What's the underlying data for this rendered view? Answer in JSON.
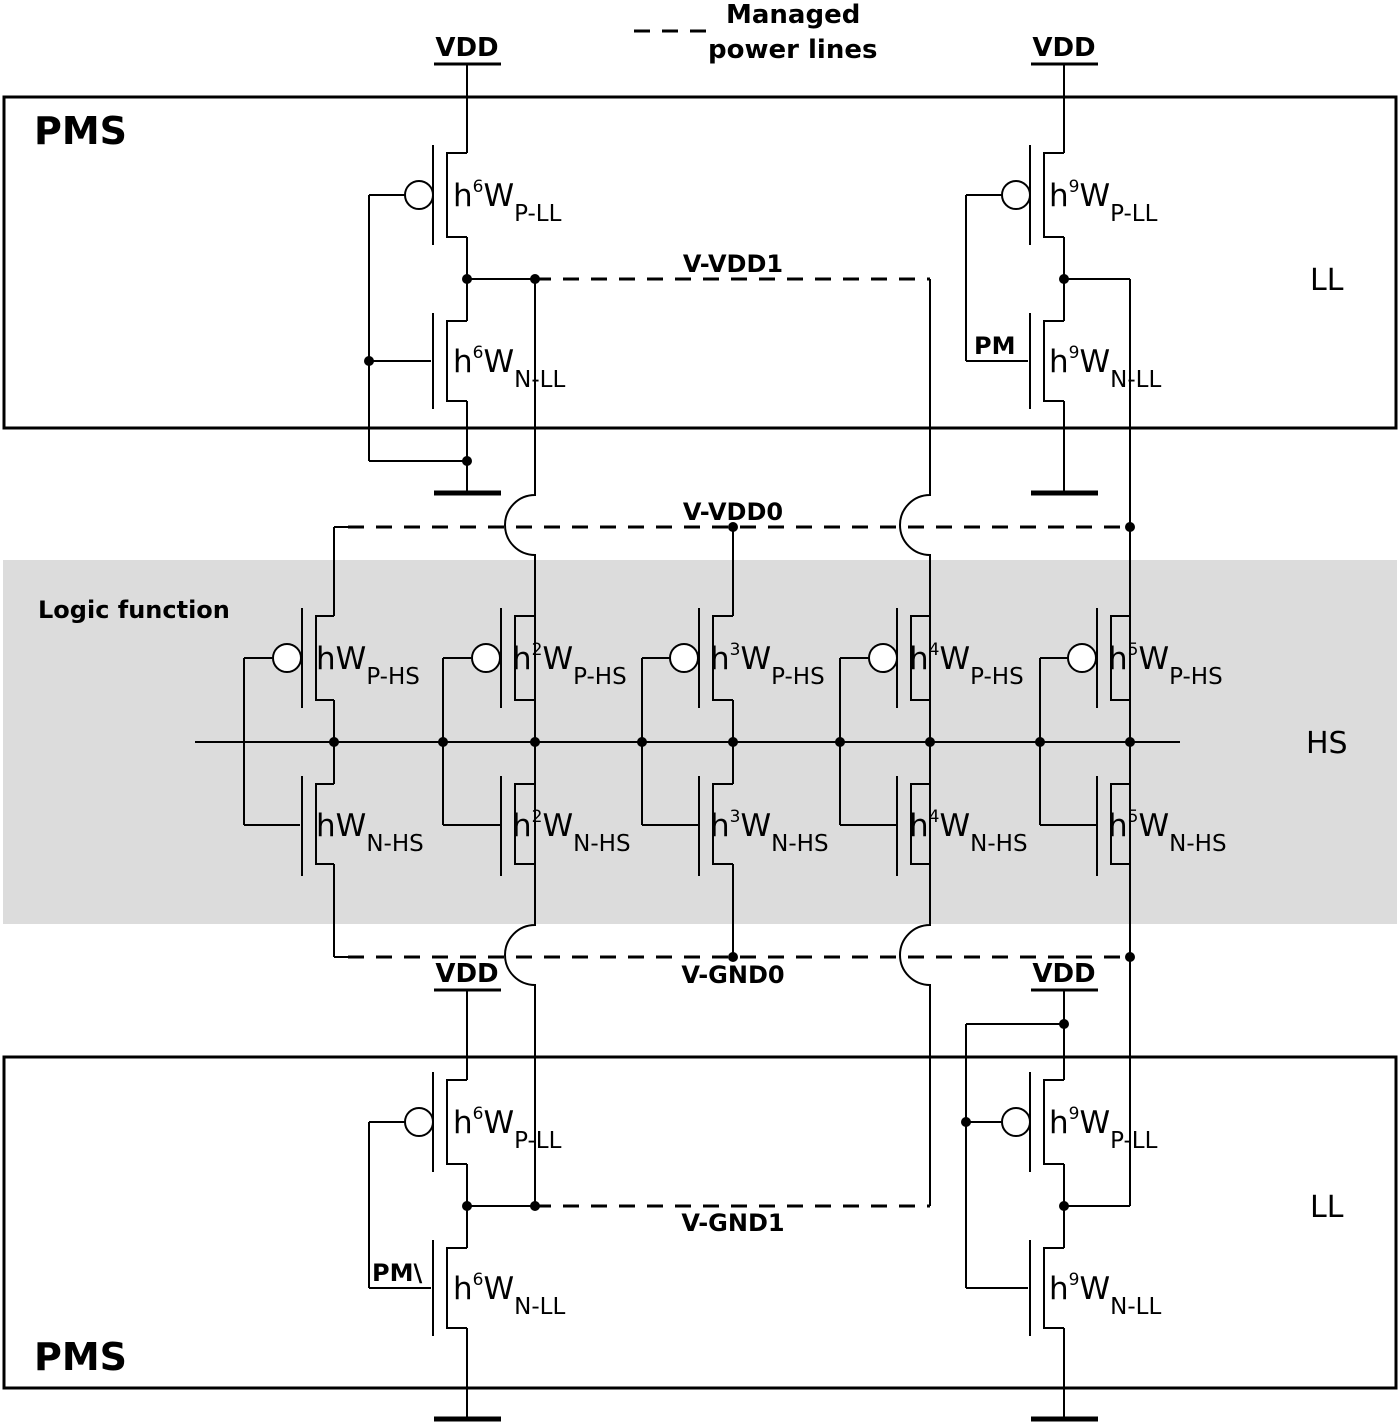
{
  "legend": {
    "line1": "Managed",
    "line2": "power lines"
  },
  "supplies": {
    "vdd": "VDD"
  },
  "blocks": {
    "pms": "PMS",
    "ll": "LL",
    "hs": "HS",
    "logic": "Logic function"
  },
  "nets": {
    "vvdd1": "V-VDD1",
    "vvdd0": "V-VDD0",
    "vgnd0": "V-GND0",
    "vgnd1": "V-GND1"
  },
  "controls": {
    "pm": "PM",
    "pm_bar": "PM\\"
  },
  "transistors": {
    "top_left_p": {
      "base": "h",
      "exp": "6",
      "w": "W",
      "sub": "P-LL"
    },
    "top_left_n": {
      "base": "h",
      "exp": "6",
      "w": "W",
      "sub": "N-LL"
    },
    "top_right_p": {
      "base": "h",
      "exp": "9",
      "w": "W",
      "sub": "P-LL"
    },
    "top_right_n": {
      "base": "h",
      "exp": "9",
      "w": "W",
      "sub": "N-LL"
    },
    "hs1_p": {
      "base": "h",
      "exp": "",
      "w": "W",
      "sub": "P-HS"
    },
    "hs2_p": {
      "base": "h",
      "exp": "2",
      "w": "W",
      "sub": "P-HS"
    },
    "hs3_p": {
      "base": "h",
      "exp": "3",
      "w": "W",
      "sub": "P-HS"
    },
    "hs4_p": {
      "base": "h",
      "exp": "4",
      "w": "W",
      "sub": "P-HS"
    },
    "hs5_p": {
      "base": "h",
      "exp": "5",
      "w": "W",
      "sub": "P-HS"
    },
    "hs1_n": {
      "base": "h",
      "exp": "",
      "w": "W",
      "sub": "N-HS"
    },
    "hs2_n": {
      "base": "h",
      "exp": "2",
      "w": "W",
      "sub": "N-HS"
    },
    "hs3_n": {
      "base": "h",
      "exp": "3",
      "w": "W",
      "sub": "N-HS"
    },
    "hs4_n": {
      "base": "h",
      "exp": "4",
      "w": "W",
      "sub": "N-HS"
    },
    "hs5_n": {
      "base": "h",
      "exp": "5",
      "w": "W",
      "sub": "N-HS"
    },
    "bot_left_p": {
      "base": "h",
      "exp": "6",
      "w": "W",
      "sub": "P-LL"
    },
    "bot_left_n": {
      "base": "h",
      "exp": "6",
      "w": "W",
      "sub": "N-LL"
    },
    "bot_right_p": {
      "base": "h",
      "exp": "9",
      "w": "W",
      "sub": "P-LL"
    },
    "bot_right_n": {
      "base": "h",
      "exp": "9",
      "w": "W",
      "sub": "N-LL"
    }
  }
}
